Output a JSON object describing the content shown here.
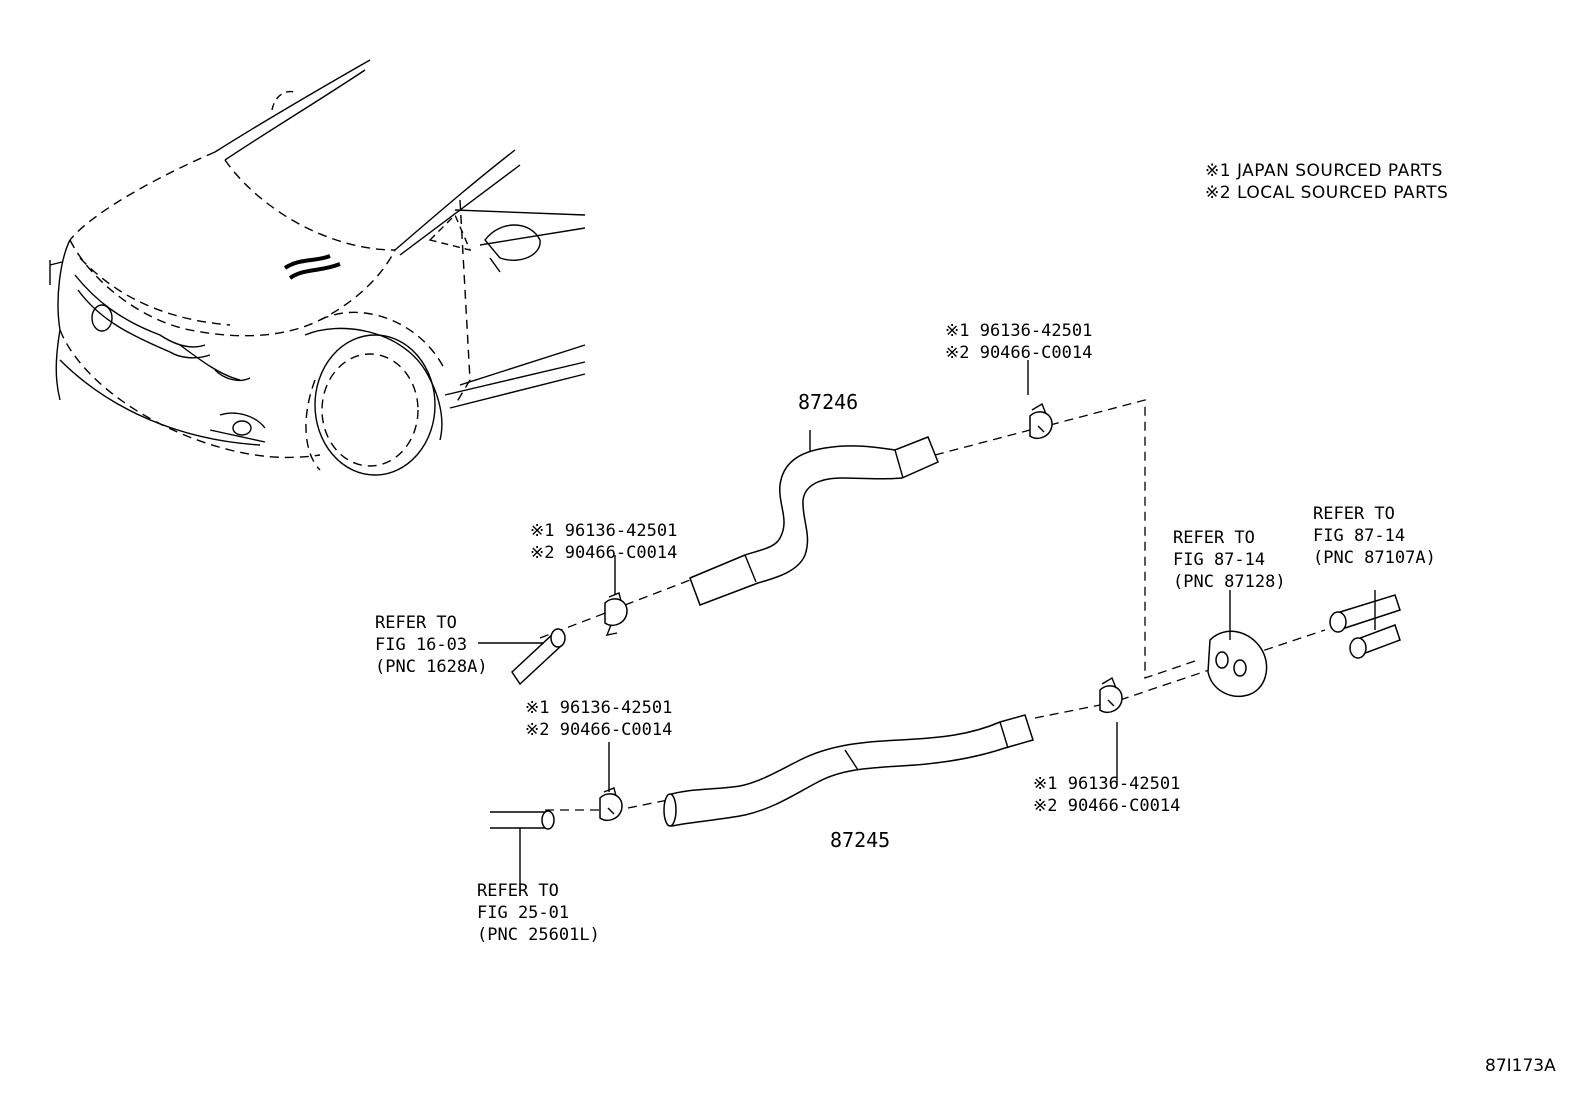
{
  "legend": {
    "line1": "※1 JAPAN SOURCED PARTS",
    "line2": "※2 LOCAL SOURCED PARTS"
  },
  "figure_id": "87I173A",
  "parts": {
    "hose_upper": "87246",
    "hose_lower": "87245"
  },
  "clamps": {
    "clamp_a": {
      "line1": "※1 96136-42501",
      "line2": "※2 90466-C0014"
    },
    "clamp_b": {
      "line1": "※1 96136-42501",
      "line2": "※2 90466-C0014"
    },
    "clamp_c": {
      "line1": "※1 96136-42501",
      "line2": "※2 90466-C0014"
    },
    "clamp_d": {
      "line1": "※1 96136-42501",
      "line2": "※2 90466-C0014"
    }
  },
  "references": {
    "ref_1628": {
      "line1": "REFER TO",
      "line2": "FIG 16-03",
      "line3": "(PNC 1628A)"
    },
    "ref_25601": {
      "line1": "REFER TO",
      "line2": "FIG 25-01",
      "line3": "(PNC 25601L)"
    },
    "ref_87128": {
      "line1": "REFER TO",
      "line2": "FIG 87-14",
      "line3": "(PNC 87128)"
    },
    "ref_87107": {
      "line1": "REFER TO",
      "line2": "FIG 87-14",
      "line3": "(PNC 87107A)"
    }
  }
}
